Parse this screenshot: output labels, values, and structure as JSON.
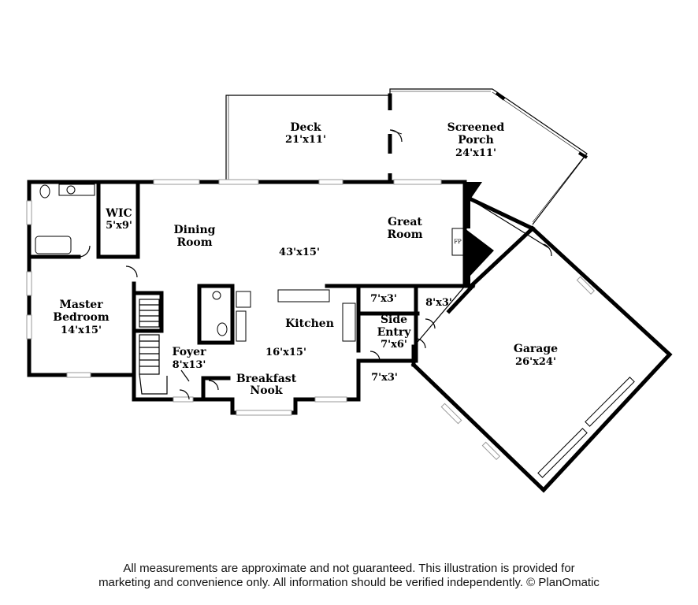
{
  "rooms": {
    "deck": {
      "name": "Deck",
      "size": "21'x11'"
    },
    "screened_porch": {
      "name_line1": "Screened",
      "name_line2": "Porch",
      "size": "24'x11'"
    },
    "wic": {
      "name": "WIC",
      "size": "5'x9'"
    },
    "dining_room": {
      "name_line1": "Dining",
      "name_line2": "Room"
    },
    "great_room": {
      "name_line1": "Great",
      "name_line2": "Room",
      "size": "43'x15'"
    },
    "fireplace": {
      "label": "FP"
    },
    "master_bedroom": {
      "name_line1": "Master",
      "name_line2": "Bedroom",
      "size": "14'x15'"
    },
    "kitchen": {
      "name": "Kitchen",
      "size": "16'x15'"
    },
    "foyer": {
      "name": "Foyer",
      "size": "8'x13'"
    },
    "breakfast_nook": {
      "name_line1": "Breakfast",
      "name_line2": "Nook"
    },
    "closet_a": {
      "size": "7'x3'"
    },
    "closet_b": {
      "size": "8'x3'"
    },
    "side_entry": {
      "name_line1": "Side",
      "name_line2": "Entry",
      "size": "7'x6'"
    },
    "closet_c": {
      "size": "7'x3'"
    },
    "garage": {
      "name": "Garage",
      "size": "26'x24'"
    }
  },
  "disclaimer": {
    "line1": "All measurements are approximate and not guaranteed. This illustration is provided for",
    "line2": "marketing and convenience only. All information should be verified independently. © PlanOmatic"
  }
}
